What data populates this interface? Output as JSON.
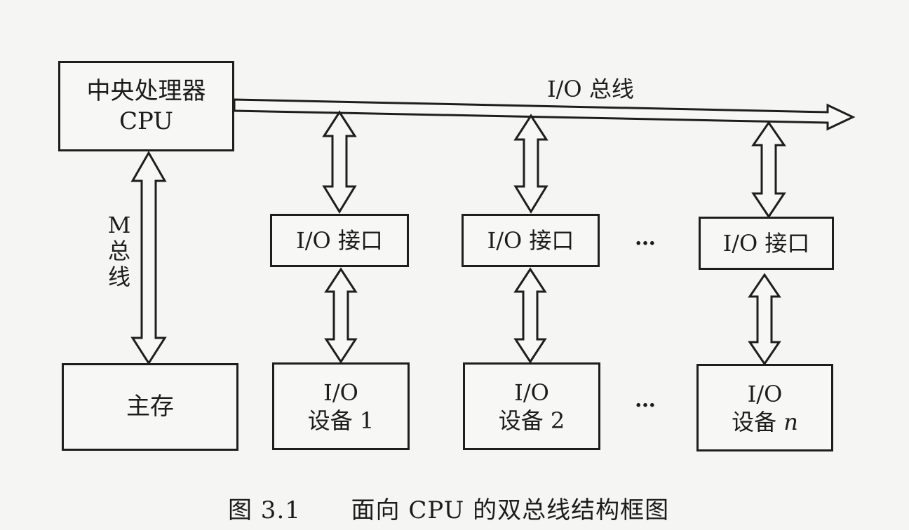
{
  "cpu": {
    "line1": "中央处理器",
    "line2": "CPU"
  },
  "memory": {
    "label": "主存"
  },
  "buses": {
    "io_bus": "I/O 总线",
    "m_bus": [
      "M",
      "总",
      "线"
    ]
  },
  "interfaces": [
    "I/O 接口",
    "I/O 接口",
    "I/O 接口"
  ],
  "devices": [
    {
      "line1": "I/O",
      "line2": "设备 1"
    },
    {
      "line1": "I/O",
      "line2": "设备 2"
    },
    {
      "line1": "I/O",
      "line2_prefix": "设备 ",
      "line2_italic": "n"
    }
  ],
  "ellipsis": "…",
  "caption": {
    "number": "图 3.1",
    "text": "面向 CPU 的双总线结构框图"
  }
}
